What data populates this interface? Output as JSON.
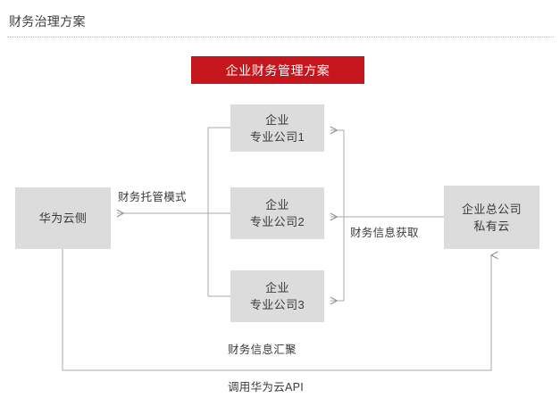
{
  "header": {
    "title": "财务治理方案",
    "divider": "dotted-divider"
  },
  "banner": {
    "label": "企业财务管理方案",
    "background_color": "#c4161c",
    "text_color": "#ffffff"
  },
  "diagram": {
    "node_fill_color": "#dcdcdc",
    "node_text_color": "#3a3a3a",
    "connector_color": "#9a9a9a",
    "nodes": [
      {
        "id": "huawei-cloud",
        "lines": [
          "华为云侧"
        ]
      },
      {
        "id": "sub-company-1",
        "lines": [
          "企业",
          "专业公司1"
        ]
      },
      {
        "id": "sub-company-2",
        "lines": [
          "企业",
          "专业公司2"
        ]
      },
      {
        "id": "sub-company-3",
        "lines": [
          "企业",
          "专业公司3"
        ]
      },
      {
        "id": "headquarters-private-cloud",
        "lines": [
          "企业总公司",
          "私有云"
        ]
      }
    ],
    "edges": [
      {
        "id": "hosting-mode",
        "label": "财务托管模式",
        "from": "sub-companies",
        "to": "huawei-cloud",
        "direction": "left"
      },
      {
        "id": "finance-info-fetch",
        "label": "财务信息获取",
        "from": "headquarters-private-cloud",
        "to": "sub-companies",
        "direction": "left"
      },
      {
        "id": "finance-info-aggregate",
        "label": "财务信息汇聚",
        "from": "huawei-cloud",
        "to": "headquarters-private-cloud",
        "direction": "up"
      },
      {
        "id": "huawei-cloud-api-call",
        "label": "调用华为云API",
        "from": "huawei-cloud",
        "to": "headquarters-private-cloud",
        "direction": "up"
      }
    ]
  }
}
